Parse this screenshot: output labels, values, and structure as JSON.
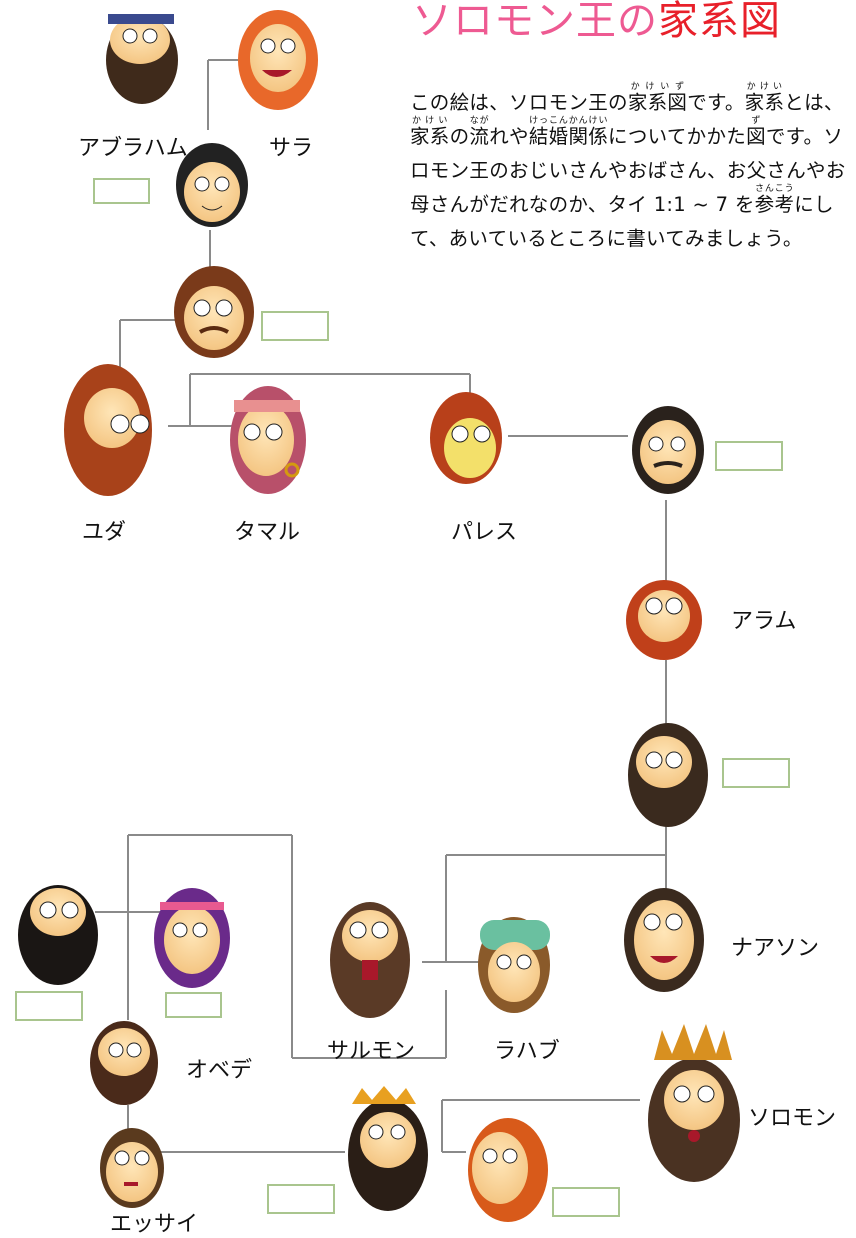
{
  "title": {
    "part1": "ソロモン王の",
    "part2": "家系図"
  },
  "intro": {
    "segments": [
      {
        "text": "この絵は、ソロモン王の"
      },
      {
        "text": "家系図",
        "ruby": "かけいず"
      },
      {
        "text": "です。"
      },
      {
        "text": "家系",
        "ruby": "かけい"
      },
      {
        "text": "とは、"
      },
      {
        "text": "家系",
        "ruby": "かけい"
      },
      {
        "text": "の"
      },
      {
        "text": "流",
        "ruby": "なが"
      },
      {
        "text": "れや"
      },
      {
        "text": "結婚関係",
        "ruby": "けっこんかんけい"
      },
      {
        "text": "についてかかた"
      },
      {
        "text": "図",
        "ruby": "ず"
      },
      {
        "text": "です。ソロモン王のおじいさんやおばさん、お父さんやお母さんがだれなのか、タイ 1:1 ~ 7 を"
      },
      {
        "text": "参考",
        "ruby": "さんこう"
      },
      {
        "text": "にして、あいているところに書いてみましょう。"
      }
    ]
  },
  "people": {
    "abraham": "アブラハム",
    "sarah": "サラ",
    "judah": "ユダ",
    "tamar": "タマル",
    "perez": "パレス",
    "aram": "アラム",
    "nahshon": "ナアソン",
    "salmon": "サルモン",
    "rahab": "ラハブ",
    "obed": "オベデ",
    "jesse": "エッサイ",
    "solomon": "ソロモン"
  },
  "colors": {
    "title_pink": "#ee5a92",
    "title_red": "#e8202a",
    "box_border": "#a9c58e",
    "line": "#8a8a8a"
  }
}
